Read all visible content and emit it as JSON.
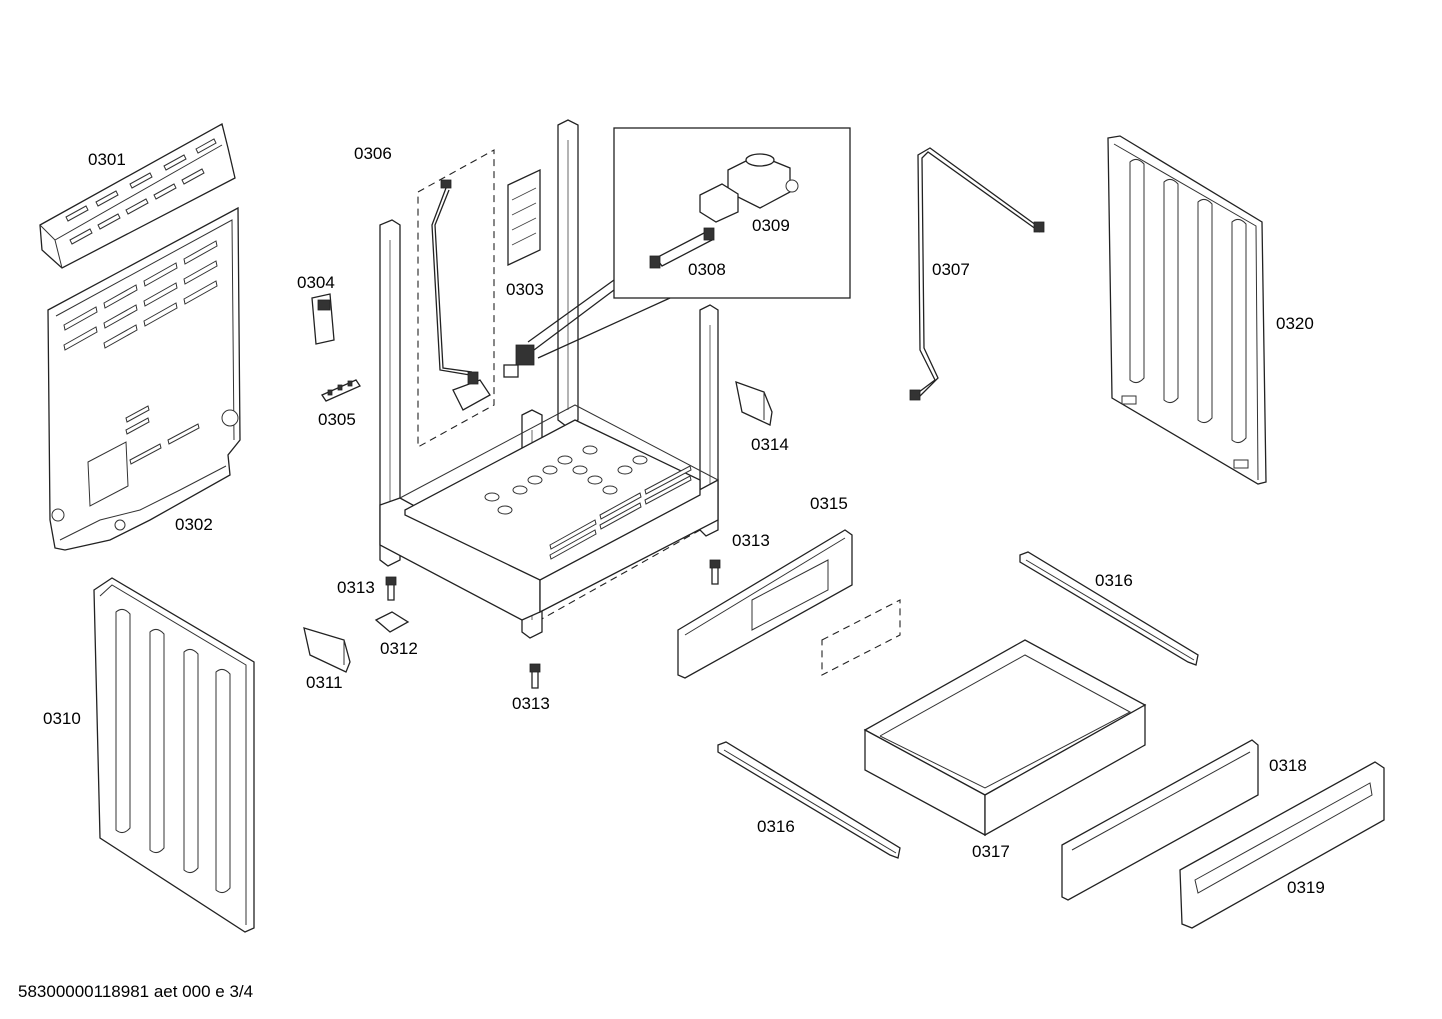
{
  "document_id": "58300000118981 aet 000 e 3/4",
  "parts": [
    {
      "id": "p0301",
      "label": "0301"
    },
    {
      "id": "p0302",
      "label": "0302"
    },
    {
      "id": "p0303",
      "label": "0303"
    },
    {
      "id": "p0304",
      "label": "0304"
    },
    {
      "id": "p0305",
      "label": "0305"
    },
    {
      "id": "p0306",
      "label": "0306"
    },
    {
      "id": "p0307",
      "label": "0307"
    },
    {
      "id": "p0308",
      "label": "0308"
    },
    {
      "id": "p0309",
      "label": "0309"
    },
    {
      "id": "p0310",
      "label": "0310"
    },
    {
      "id": "p0311",
      "label": "0311"
    },
    {
      "id": "p0312",
      "label": "0312"
    },
    {
      "id": "p0313a",
      "label": "0313"
    },
    {
      "id": "p0313b",
      "label": "0313"
    },
    {
      "id": "p0313c",
      "label": "0313"
    },
    {
      "id": "p0314",
      "label": "0314"
    },
    {
      "id": "p0315",
      "label": "0315"
    },
    {
      "id": "p0316a",
      "label": "0316"
    },
    {
      "id": "p0316b",
      "label": "0316"
    },
    {
      "id": "p0317",
      "label": "0317"
    },
    {
      "id": "p0318",
      "label": "0318"
    },
    {
      "id": "p0319",
      "label": "0319"
    },
    {
      "id": "p0320",
      "label": "0320"
    }
  ]
}
